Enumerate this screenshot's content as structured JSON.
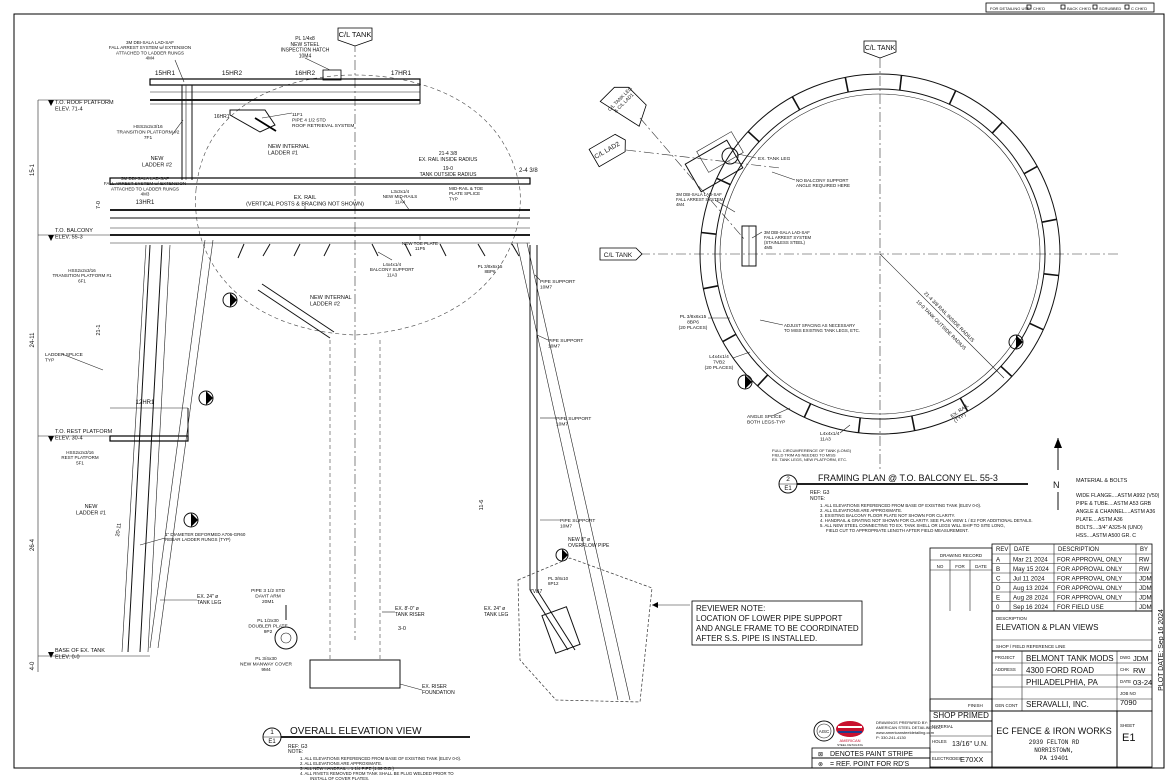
{
  "check_strip": [
    "FOR DETAILING USE",
    "CHK'D",
    "BACK CHK'D",
    "SCRUBBED",
    "C CHK'D"
  ],
  "elevation": {
    "centerline": "C/L TANK",
    "title": "OVERALL ELEVATION VIEW",
    "detail_num": "1",
    "detail_sheet": "E1",
    "ref": "REF: G3",
    "note_head": "NOTE:",
    "notes": [
      "1. ALL ELEVATIONS REFERENCED FROM BASE OF EXISTING TANK (ELEV 0-0).",
      "2. ALL ELEVATIONS ARE APPROXIMATE.",
      "3. ALL NEW HANDRAIL = 1 1/4 PIPE (1.66 O.D.)",
      "4. ALL RIVETS REMOVED FROM TANK SHALL BE PLUG WELDED PRIOR TO",
      "INSTALL OF COVER PLATES."
    ],
    "levels": [
      "T.O. ROOF PLATFORM\nELEV. 71-4",
      "T.O. BALCONY\nELEV. 55-3",
      "T.O. REST PLATFORM\nELEV. 30-4",
      "BASE OF EX. TANK\nELEV. 0-0"
    ],
    "rails": [
      "15HR1",
      "15HR2",
      "16HR2",
      "17HR1",
      "13HR1",
      "12HR1"
    ],
    "labels": {
      "hatch": "PL 1/4x8\nNEW STEEL\nINSPECTION HATCH\n10M4",
      "fall_arrest_top": "3M DBI-SALA LAD-SAF\nFALL ARREST SYSTEM w/ EXTENSION\nATTACHED TO LADDER RUNGS\n4M4",
      "hss_top": "HSS2x2x3/16\nTRANSITION PLATFORM #2\n7F1",
      "pipe_top": "11F1\nPIPE 4 1/2 STD\nROOF RETRIEVAL SYSTEM",
      "sh": "16HR1",
      "new_ladder2": "NEW\nLADDER #2",
      "new_int_ladder1": "NEW INTERNAL\nLADDER #1",
      "ex_rail": "EX. RAIL\n(VERTICAL POSTS & BRACING NOT SHOWN)",
      "fall_arrest_mid": "3M DBI-SALA LAD-SAF\nFALL ARREST SYSTEM w/ EXTENSION\nATTACHED TO LADDER RUNGS\n4M3",
      "radius_in": "21-4 3/8\nEX. RAIL INSIDE RADIUS",
      "radius_out": "19-0\nTANK OUTSIDE RADIUS",
      "midrail": "MID-RAIL & TOE\nPLATE SPLICE\nTYP",
      "new_midrail": "L3x3x1/4\nNEW MID-RAILS\n11A4",
      "toe_plate": "NEW TOE PLATE\n11P5",
      "balcony_support": "L4x4x1/4\nBALCONY SUPPORT\n11A3",
      "pl8bp6": "PL 3/8x6x15\n8BP6",
      "pipe_support_1": "PIPE SUPPORT\n10M7",
      "pipe_support_2": "PIPE SUPPORT\n10M7",
      "pipe_support_3": "PIPE SUPPORT\n10M7",
      "pipe_support_4": "PIPE SUPPORT\n10M7",
      "hss_mid": "HSS2x2x3/16\nTRANSITION PLATFORM #1\n6F1",
      "new_int_ladder2": "NEW INTERNAL\nLADDER #2",
      "ladder_splice": "LADDER SPLICE\nTYP",
      "hss_rest": "HSS2x2x3/16\nREST PLATFORM\n5F1",
      "new_ladder1": "NEW\nLADDER #1",
      "rebar": "1\" DIAMETER DEFORMED A706-GR60\nREBAR LADDER RUNGS (TYP)",
      "tank_leg": "EX. 24\" ø\nTANK LEG",
      "pipe_davit": "PIPE 3 1/2 STD\nDAVIT ARM\n20M1",
      "doubler": "PL 1/2x30\nDOUBLER PLATE\n9P2",
      "manway": "PL 3/4x30\nNEW MANWAY COVER\n9M4",
      "riser": "EX. 8'-0\" ø\nTANK RISER",
      "foundation": "EX. RISER\nFOUNDATION",
      "overflow": "NEW 8\" ø\nOVERFLOW PIPE",
      "tank_leg2": "EX. 24\" ø\nTANK LEG",
      "pl8p12": "PL 3/8x10\n8P12",
      "l7vb7": "7VB7"
    },
    "dims": [
      "15-1",
      "24-11",
      "26-4",
      "4-0",
      "7-0",
      "11-6",
      "21-1",
      "20-11",
      "3-0",
      "2-4 3/8"
    ]
  },
  "reviewer_note": {
    "lines": [
      "REVIEWER NOTE:",
      "LOCATION OF LOWER PIPE SUPPORT",
      "AND ANGLE FRAME TO BE COORDINATED",
      "AFTER S.S. PIPE IS INSTALLED."
    ]
  },
  "plan": {
    "centerline": "C/L TANK",
    "cl_tank_left": "C/L TANK",
    "cl_lad1": "C/L TANK LEG\n& C/L LAD1",
    "cl_lad2": "C/L LAD2",
    "title": "FRAMING PLAN @ T.O. BALCONY EL. 55-3",
    "detail_num": "2",
    "detail_sheet": "E1",
    "ref": "REF: G3",
    "note_head": "NOTE:",
    "notes": [
      "1. ALL ELEVATIONS REFERENCED FROM BASE OF EXISTING TANK (ELEV 0-0).",
      "2. ALL ELEVATIONS ARE APPROXIMATE.",
      "3. EXISTING BALCONY FLOOR PLATE NOT SHOWN FOR CLARITY.",
      "4. HANDRAIL & GRATING NOT SHOWN FOR CLARITY. SEE PLAN VIEW 1 / E2 FOR ADDITIONAL DETAILS.",
      "5. ALL NEW STEEL CONNECTING TO EX. TANK SHELL OR LEGS WILL SHIP TO SITE LONG,",
      "FIELD CUT TO APPROPRIATE LENGTH AFTER FIELD MEASUREMENT."
    ],
    "labels": {
      "tank_leg": "EX. TANK LEG",
      "no_balcony": "NO BALCONY SUPPORT\nANGLE REQUIRED HERE",
      "fall_arrest": "3M DBI-SALA LAD-SAF\nFALL ARREST SYSTEM\n4M4",
      "fall_arrest_ss": "3M DBI-SALA LAD-SAF\nFALL ARREST SYSTEM\n(STAINLESS STEEL)\n4M5",
      "radius_in": "21-4 3/8 RAIL INSIDE RADIUS",
      "radius_out": "19-0 TANK OUTSIDE RADIUS",
      "pl8bp6": "PL 3/8x6x15\n8BP6\n(20 PLACES)",
      "l7vb2": "L4x4x1/4\n7VB2\n(20 PLACES)",
      "adjust": "ADJUST SPACING AS NECESSARY\nTO MISS EXISTING TANK LEGS, ETC.",
      "angle_splice": "ANGLE SPLICE\nBOTH LEGS-TYP",
      "l11a3": "L4x4x1/4\n11A3",
      "circumference": "FULL CIRCUMFERENCE OF TANK (LONG)\nFIELD TRIM AS NEEDED TO MISS\nEX. TANK LEGS, NEW PLATFORM, ETC.",
      "ex_rail": "EX. RAIL\n(TYP)",
      "north": "N"
    }
  },
  "materials": {
    "heading": "MATERIAL & BOLTS",
    "lines": [
      "WIDE FLANGE....ASTM A992 (V50)",
      "PIPE & TUBE....ASTM A53 GRB",
      "ANGLE & CHANNEL....ASTM A36",
      "PLATE....ASTM A36",
      "BOLTS....3/4\" A325-N (UNO)",
      "HSS....ASTM A500 GR. C"
    ]
  },
  "title_block": {
    "drawing_record": "DRAWING RECORD",
    "dr_cols": [
      "NO",
      "FOR",
      "DATE"
    ],
    "rev_headers": [
      "REV",
      "DATE",
      "DESCRIPTION",
      "BY"
    ],
    "revisions": [
      [
        "A",
        "Mar 21 2024",
        "FOR APPROVAL ONLY",
        "RW"
      ],
      [
        "B",
        "May 15 2024",
        "FOR APPROVAL ONLY",
        "RW"
      ],
      [
        "C",
        "Jul 11 2024",
        "FOR APPROVAL ONLY",
        "JDM"
      ],
      [
        "D",
        "Aug 13 2024",
        "FOR APPROVAL ONLY",
        "JDM"
      ],
      [
        "E",
        "Aug 28 2024",
        "FOR APPROVAL ONLY",
        "JDM"
      ],
      [
        "0",
        "Sep 16 2024",
        "FOR FIELD USE",
        "JDM"
      ]
    ],
    "description_label": "DESCRIPTION",
    "description": "ELEVATION & PLAN VIEWS",
    "shop_field": "SHOP / FIELD REFERENCE LINE",
    "project_label": "PROJECT",
    "project": "BELMONT TANK MODS",
    "address_label": "ADDRESS",
    "address1": "4300 FORD ROAD",
    "address2": "PHILADELPHIA, PA",
    "gen_cont_label": "GEN CONT",
    "gen_cont": "SERAVALLI, INC.",
    "dwg_label": "DWG",
    "dwg": "JDM",
    "chk_label": "CHK",
    "chk": "RW",
    "date_label": "DATE",
    "date": "03-24",
    "job_label": "JOB NO",
    "job": "7090",
    "finish_label": "FINISH",
    "finish": "SHOP PRIMED",
    "material_label": "MATERIAL",
    "holes_label": "HOLES",
    "holes": "13/16\" U.N.",
    "electrodes_label": "ELECTRODES",
    "electrodes": "E70XX",
    "company": "EC FENCE & IRON WORKS",
    "company_addr": [
      "2939 FELTON RD",
      "NORRISTOWN,",
      "PA 19401"
    ],
    "sheet_label": "SHEET",
    "sheet": "E1",
    "plot_date": "PLOT DATE:  Sep 16 2024",
    "prepared_by": [
      "DRAWINGS PREPARED BY:",
      "AMERICAN STEEL DETAILING LLC",
      "www.americansteeldetailing.com",
      "P: 330-241-4130"
    ],
    "logo_text": "AMERICAN",
    "logo_sub": "STEEL DETAILING",
    "aisc": "AISC",
    "legend1": "DENOTES PAINT STRIPE",
    "legend2": "= REF. POINT FOR RD'S"
  }
}
